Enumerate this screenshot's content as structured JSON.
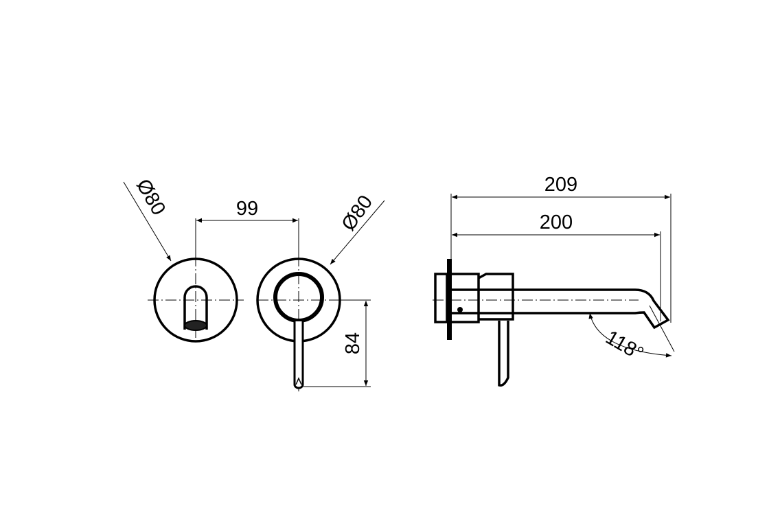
{
  "drawing": {
    "front_view": {
      "spout_plate_diameter": "Ø80",
      "mixer_plate_diameter": "Ø80",
      "center_distance": "99",
      "lever_drop": "84"
    },
    "side_view": {
      "overall_projection": "209",
      "spout_projection": "200",
      "spout_angle": "118°"
    },
    "line_color": "#000000",
    "background": "#ffffff"
  }
}
